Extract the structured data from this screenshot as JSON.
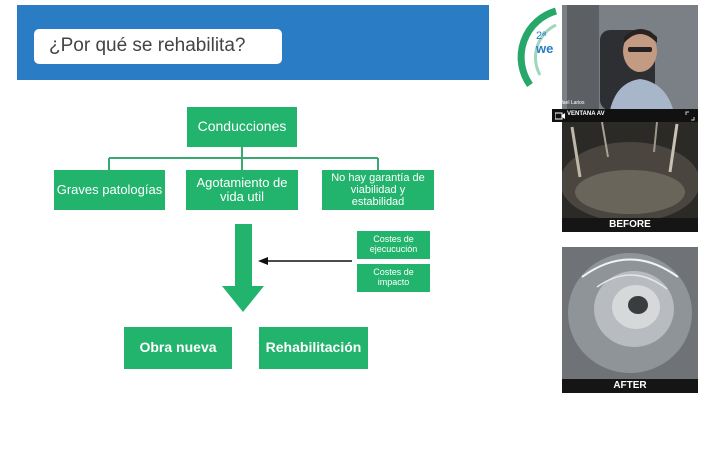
{
  "slide": {
    "title": "¿Por qué se rehabilita?",
    "diagram": {
      "root": "Conducciones",
      "causes": [
        "Graves patologías",
        "Agotamiento de vida util",
        "No hay garantía de viabilidad y estabilidad"
      ],
      "costs": [
        "Costes de ejecucución",
        "Costes de impacto"
      ],
      "outcomes": [
        "Obra nueva",
        "Rehabilitación"
      ]
    }
  },
  "sidebar": {
    "logo_text": "2ª we",
    "video": {
      "participant_name": "Rafael Larios",
      "bar_label": "VENTANA AV"
    },
    "photos": {
      "before_caption": "BEFORE",
      "after_caption": "AFTER"
    }
  },
  "colors": {
    "header_blue": "#2a7cc4",
    "box_green": "#22b36c",
    "connector_green": "#3aa870"
  }
}
